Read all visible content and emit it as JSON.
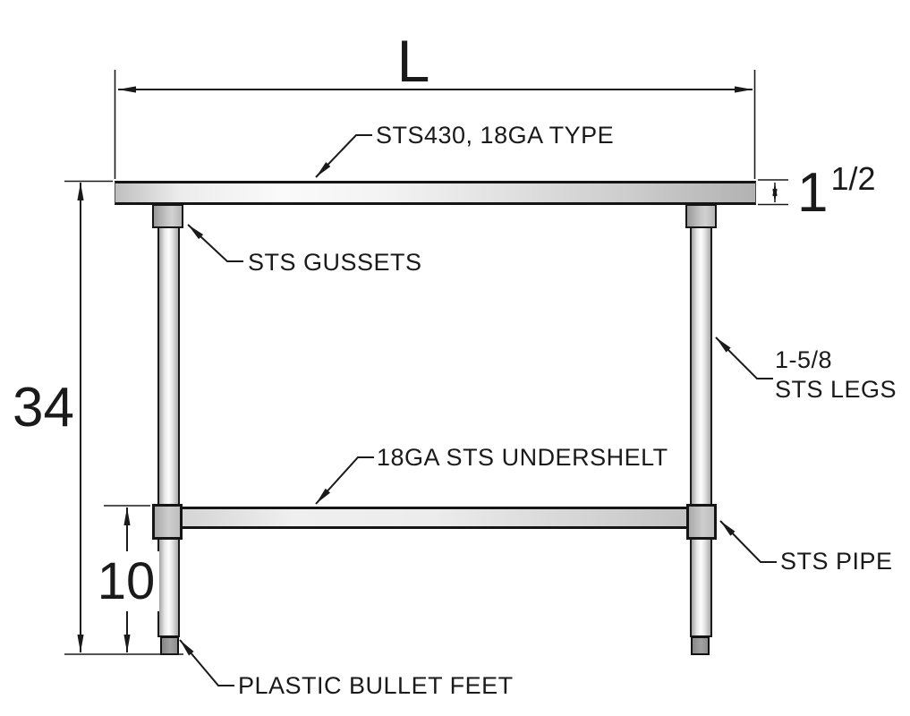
{
  "drawing": {
    "background": "#ffffff",
    "line_color": "#1a1a1a",
    "dimensions": {
      "length": "L",
      "overall_height": "34",
      "shelf_height": "10",
      "top_thickness_whole": "1",
      "top_thickness_fraction": "1/2"
    },
    "callouts": {
      "tabletop": "STS430, 18GA TYPE",
      "gussets": "STS GUSSETS",
      "undershelf": "18GA STS UNDERSHELT",
      "legs": "1-5/8\nSTS LEGS",
      "pipe": "STS PIPE",
      "feet": "PLASTIC BULLET FEET"
    }
  }
}
